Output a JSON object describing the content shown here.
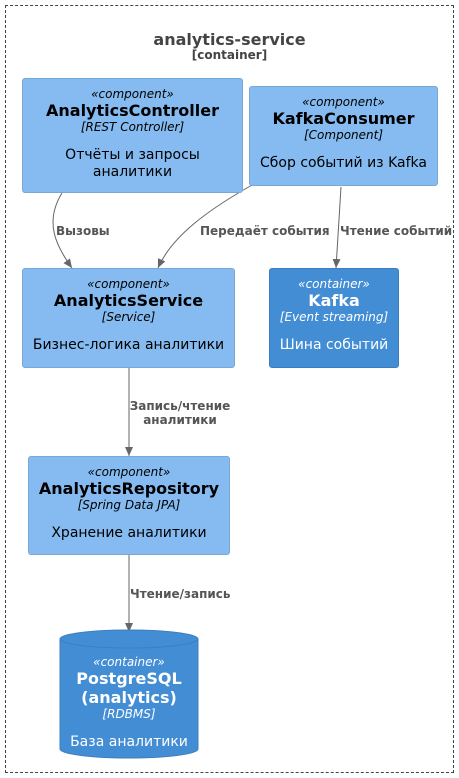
{
  "boundary": {
    "name": "analytics-service",
    "type": "[container]"
  },
  "nodes": {
    "analytics_controller": {
      "stereotype": "«component»",
      "name": "AnalyticsController",
      "tech": "[REST Controller]",
      "description_line1": "Отчёты и запросы",
      "description_line2": "аналитики"
    },
    "kafka_consumer": {
      "stereotype": "«component»",
      "name": "KafkaConsumer",
      "tech": "[Component]",
      "description": "Сбор событий из Kafka"
    },
    "analytics_service": {
      "stereotype": "«component»",
      "name": "AnalyticsService",
      "tech": "[Service]",
      "description": "Бизнес-логика аналитики"
    },
    "kafka": {
      "stereotype": "«container»",
      "name": "Kafka",
      "tech": "[Event streaming]",
      "description": "Шина событий"
    },
    "analytics_repository": {
      "stereotype": "«component»",
      "name": "AnalyticsRepository",
      "tech": "[Spring Data JPA]",
      "description": "Хранение аналитики"
    },
    "postgres": {
      "stereotype": "«container»",
      "name_line1": "PostgreSQL",
      "name_line2": "(analytics)",
      "tech": "[RDBMS]",
      "description": "База аналитики"
    }
  },
  "edges": {
    "calls": "Вызовы",
    "forwards_events": "Передаёт события",
    "reads_events": "Чтение событий",
    "write_read_line1": "Запись/чтение",
    "write_read_line2": "аналитики",
    "read_write": "Чтение/запись"
  },
  "colors": {
    "component_fill": "#85bbf0",
    "container_fill": "#438dd5",
    "edge_color": "#666666",
    "boundary_color": "#444444"
  }
}
